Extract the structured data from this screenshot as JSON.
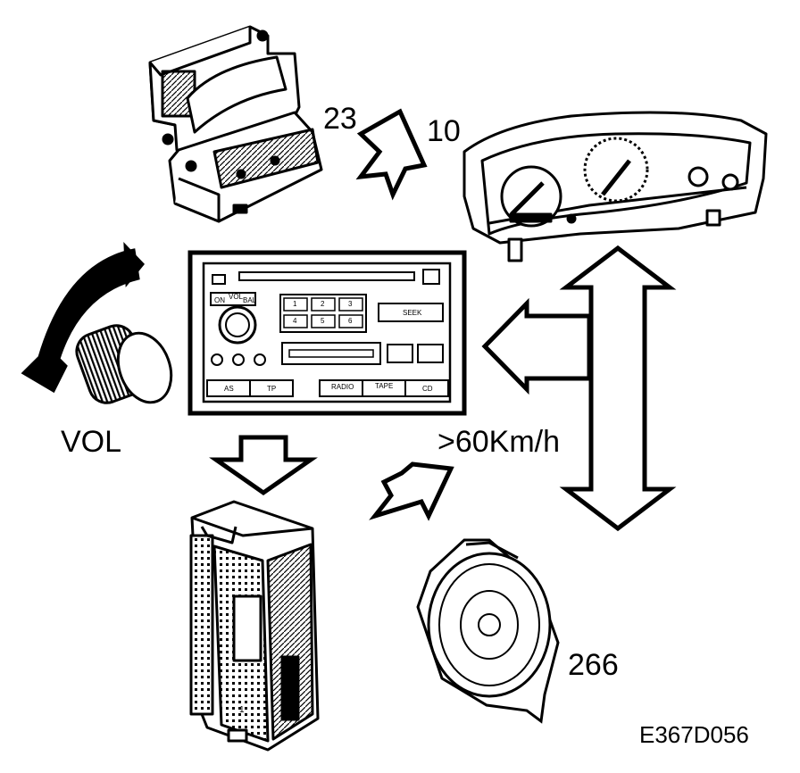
{
  "labels": {
    "ref_23": "23",
    "ref_10": "10",
    "vol": "VOL",
    "speed": ">60Km/h",
    "ref_266": "266",
    "figure_code": "E367D056"
  },
  "radio": {
    "vol": "VOL",
    "on": "ON",
    "bal": "BAL",
    "seek": "SEEK",
    "radio": "RADIO",
    "tape": "TAPE",
    "cd": "CD",
    "as": "AS",
    "tp": "TP",
    "presets": [
      "1",
      "2",
      "3",
      "4",
      "5",
      "6"
    ]
  },
  "amplifier": {
    "marking": "1"
  },
  "colors": {
    "ink": "#000000",
    "paper": "#ffffff"
  }
}
